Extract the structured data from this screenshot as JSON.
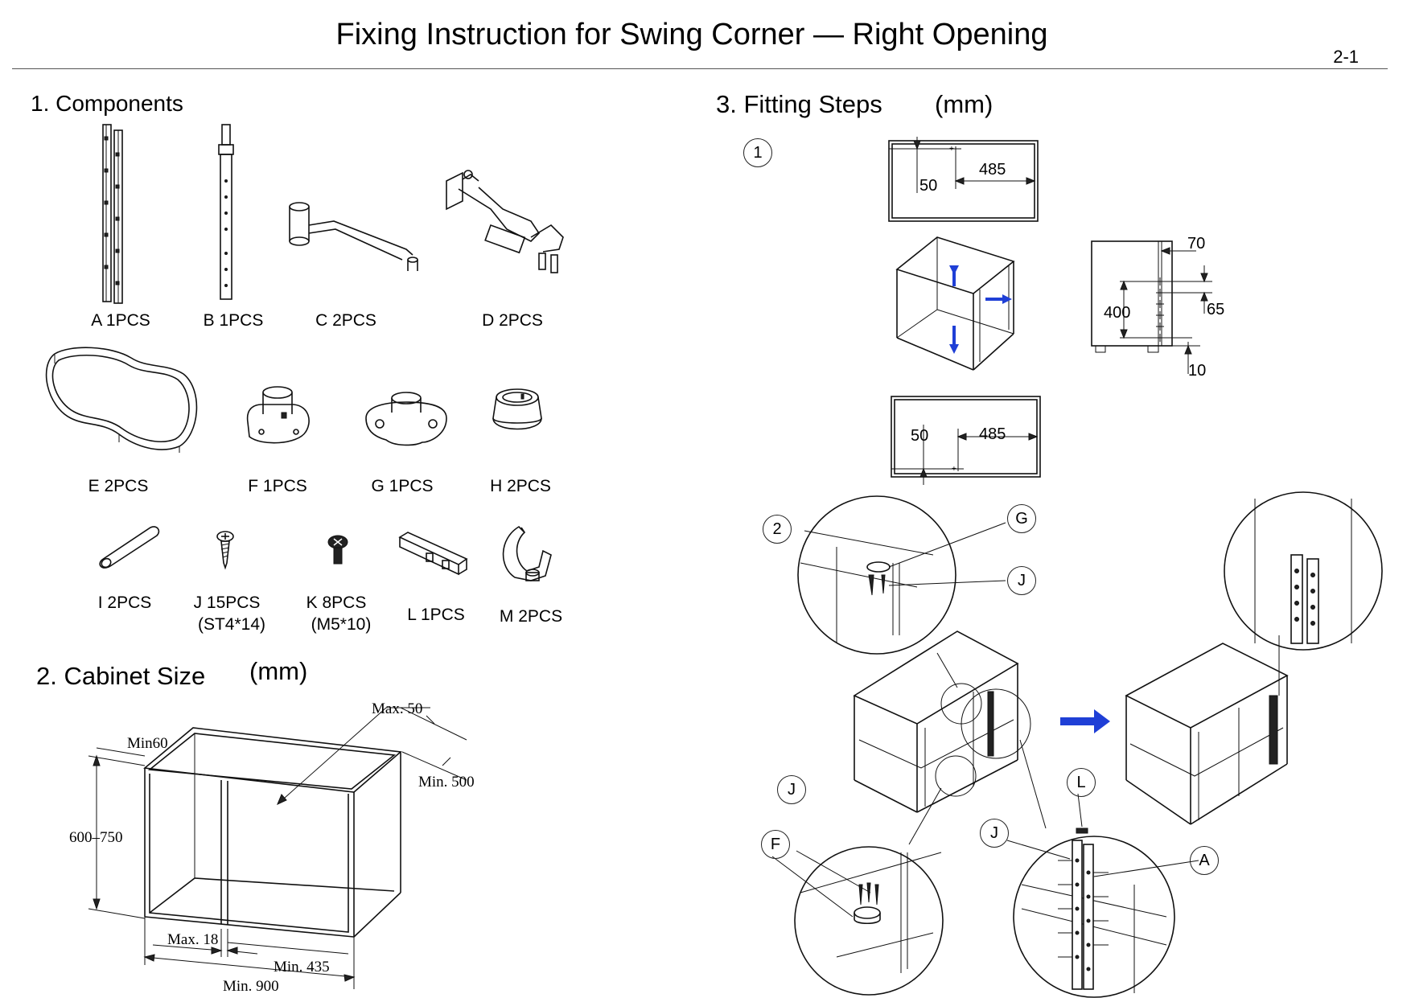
{
  "header": {
    "title": "Fixing Instruction for Swing Corner — Right Opening",
    "page": "2-1"
  },
  "components": {
    "heading": "1. Components",
    "items": [
      {
        "label": "A 1PCS"
      },
      {
        "label": "B 1PCS"
      },
      {
        "label": "C 2PCS"
      },
      {
        "label": "D 2PCS"
      },
      {
        "label": "E 2PCS"
      },
      {
        "label": "F 1PCS"
      },
      {
        "label": "G 1PCS"
      },
      {
        "label": "H 2PCS"
      },
      {
        "label": "I 2PCS"
      },
      {
        "label": "J 15PCS",
        "sub": "(ST4*14)"
      },
      {
        "label": "K 8PCS",
        "sub": "(M5*10)"
      },
      {
        "label": "L 1PCS"
      },
      {
        "label": "M 2PCS"
      }
    ]
  },
  "cabinet": {
    "heading": "2. Cabinet Size",
    "unit": "(mm)",
    "dims": {
      "max50": "Max. 50",
      "min60": "Min60",
      "min500": "Min. 500",
      "height": "600–750",
      "max18": "Max. 18",
      "min435": "Min. 435",
      "min900": "Min. 900"
    }
  },
  "fitting": {
    "heading": "3. Fitting Steps",
    "unit": "(mm)",
    "step1": {
      "num": "1",
      "top": {
        "a": "50",
        "b": "485"
      },
      "side": {
        "a": "70",
        "b": "400",
        "c": "65",
        "d": "10"
      },
      "bottom": {
        "a": "50",
        "b": "485"
      }
    },
    "step2": {
      "num": "2",
      "callouts": {
        "g": "G",
        "j1": "J",
        "j2": "J",
        "f": "F",
        "j3": "J",
        "l": "L",
        "a": "A"
      }
    }
  },
  "colors": {
    "arrow": "#1f3fd6",
    "line": "#111111"
  }
}
